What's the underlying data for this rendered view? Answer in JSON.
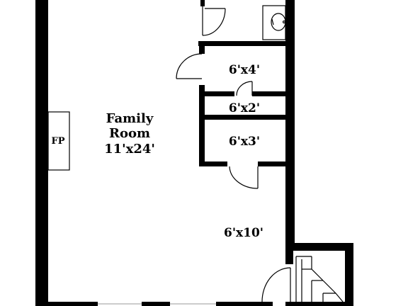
{
  "rooms": {
    "family_room": {
      "line1": "Family",
      "line2": "Room",
      "size": "11'x24'"
    },
    "closet_a": {
      "size": "6'x4'"
    },
    "closet_b": {
      "size": "6'x2'"
    },
    "closet_c": {
      "size": "6'x3'"
    },
    "hall": {
      "size": "6'x10'"
    }
  },
  "fixtures": {
    "fireplace": {
      "label": "FP"
    }
  }
}
